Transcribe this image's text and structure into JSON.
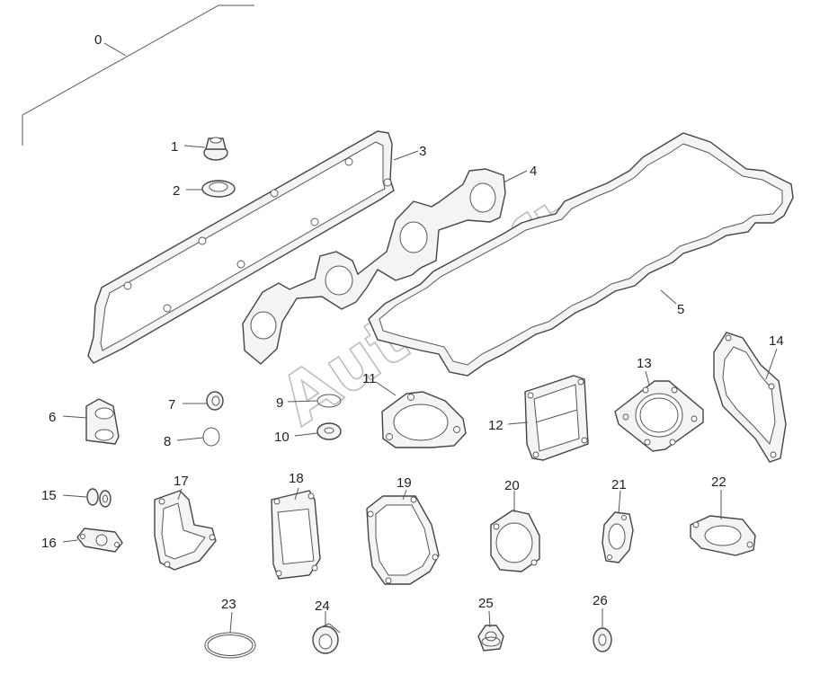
{
  "watermark": "AutoSoft",
  "callouts": [
    "0",
    "1",
    "2",
    "3",
    "4",
    "5",
    "6",
    "7",
    "8",
    "9",
    "10",
    "11",
    "12",
    "13",
    "14",
    "15",
    "16",
    "17",
    "18",
    "19",
    "20",
    "21",
    "22",
    "23",
    "24",
    "25",
    "26"
  ]
}
